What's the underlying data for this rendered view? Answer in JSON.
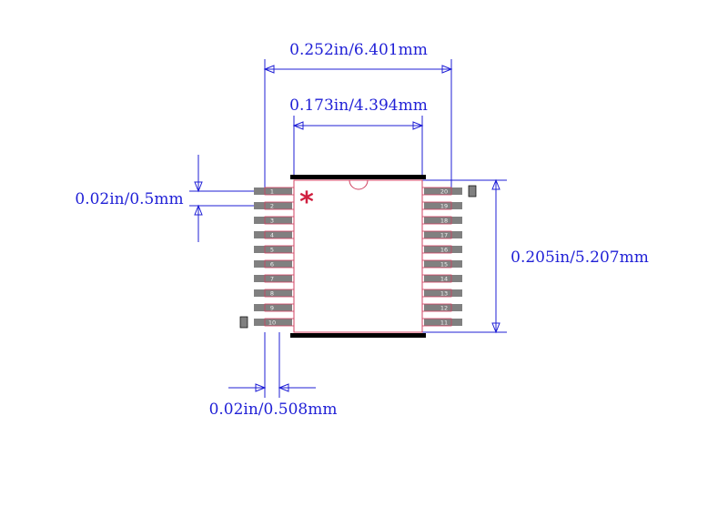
{
  "diagram": {
    "dimensions": {
      "overall_width": "0.252in/6.401mm",
      "body_width": "0.173in/4.394mm",
      "pitch": "0.02in/0.5mm",
      "body_height": "0.205in/5.207mm",
      "pad_width": "0.02in/0.508mm"
    },
    "pins_left": [
      "1",
      "2",
      "3",
      "4",
      "5",
      "6",
      "7",
      "8",
      "9",
      "10"
    ],
    "pins_right": [
      "20",
      "19",
      "18",
      "17",
      "16",
      "15",
      "14",
      "13",
      "12",
      "11"
    ],
    "pin1_marker": "*",
    "colors": {
      "dimension": "#1f1fd6",
      "outline": "#d04060",
      "pad": "#808080",
      "body_edge": "#000000",
      "marker": "#d02040"
    }
  }
}
